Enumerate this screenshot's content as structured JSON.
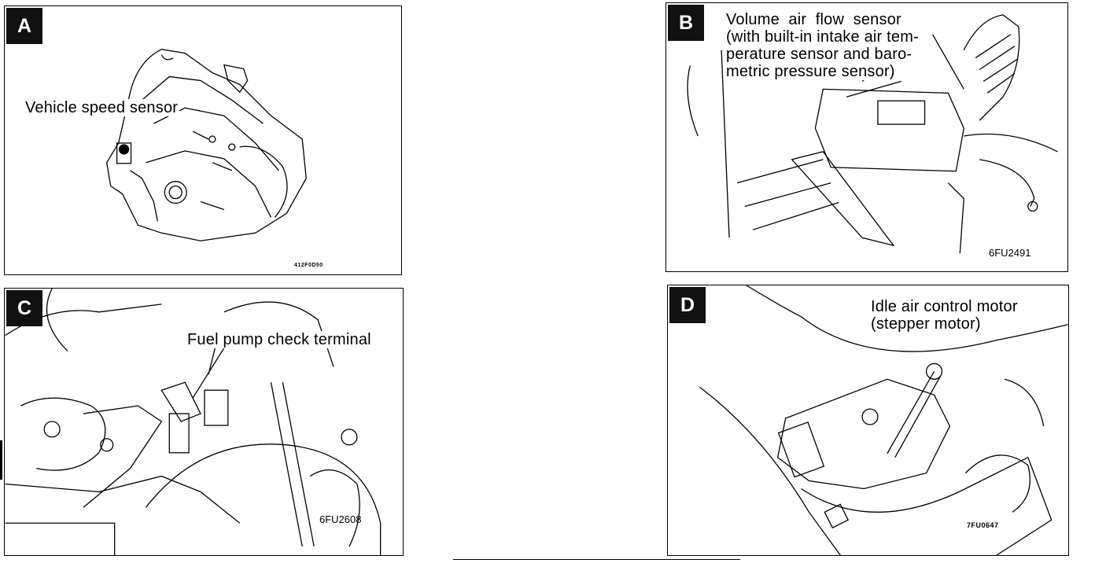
{
  "panels": {
    "a": {
      "letter": "A",
      "label": "Vehicle speed sensor",
      "code": "412F0D50"
    },
    "b": {
      "letter": "B",
      "label": "Volume  air  flow  sensor\n(with built-in intake air tem-\nperature sensor and baro-\nmetric pressure sensor)",
      "code": "6FU2491"
    },
    "c": {
      "letter": "C",
      "label": "Fuel pump check terminal",
      "code": "6FU2608"
    },
    "d": {
      "letter": "D",
      "label": "Idle air control motor\n(stepper motor)",
      "code": "7FU0647"
    }
  }
}
